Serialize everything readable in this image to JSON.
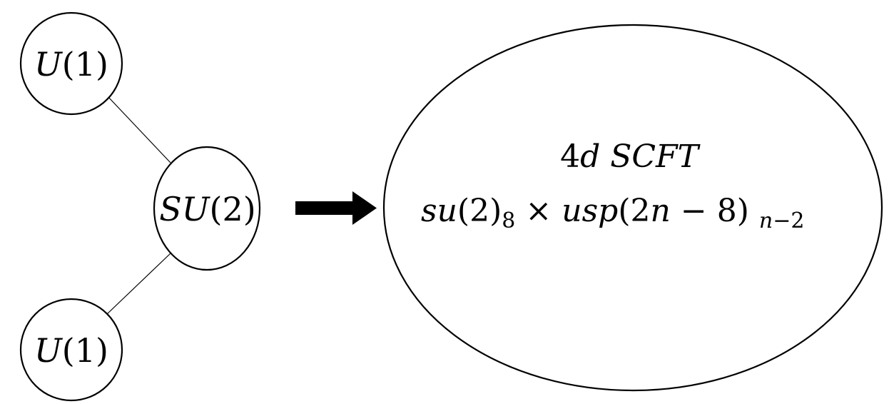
{
  "nodes": {
    "u1_top": {
      "group": "U",
      "rank": "1"
    },
    "su2": {
      "group": "SU",
      "rank": "2"
    },
    "u1_bottom": {
      "group": "U",
      "rank": "1"
    }
  },
  "result": {
    "title_dim": "4",
    "title_d": "d",
    "title_name": "SCFT",
    "algebra1": "su",
    "algebra1_rank": "2",
    "algebra1_level": "8",
    "times": "×",
    "algebra2": "usp",
    "algebra2_rank_coef": "2",
    "algebra2_rank_var": "n",
    "algebra2_rank_op": "−",
    "algebra2_rank_const": "8",
    "algebra2_level_var": "n",
    "algebra2_level_op": "−",
    "algebra2_level_const": "2"
  }
}
